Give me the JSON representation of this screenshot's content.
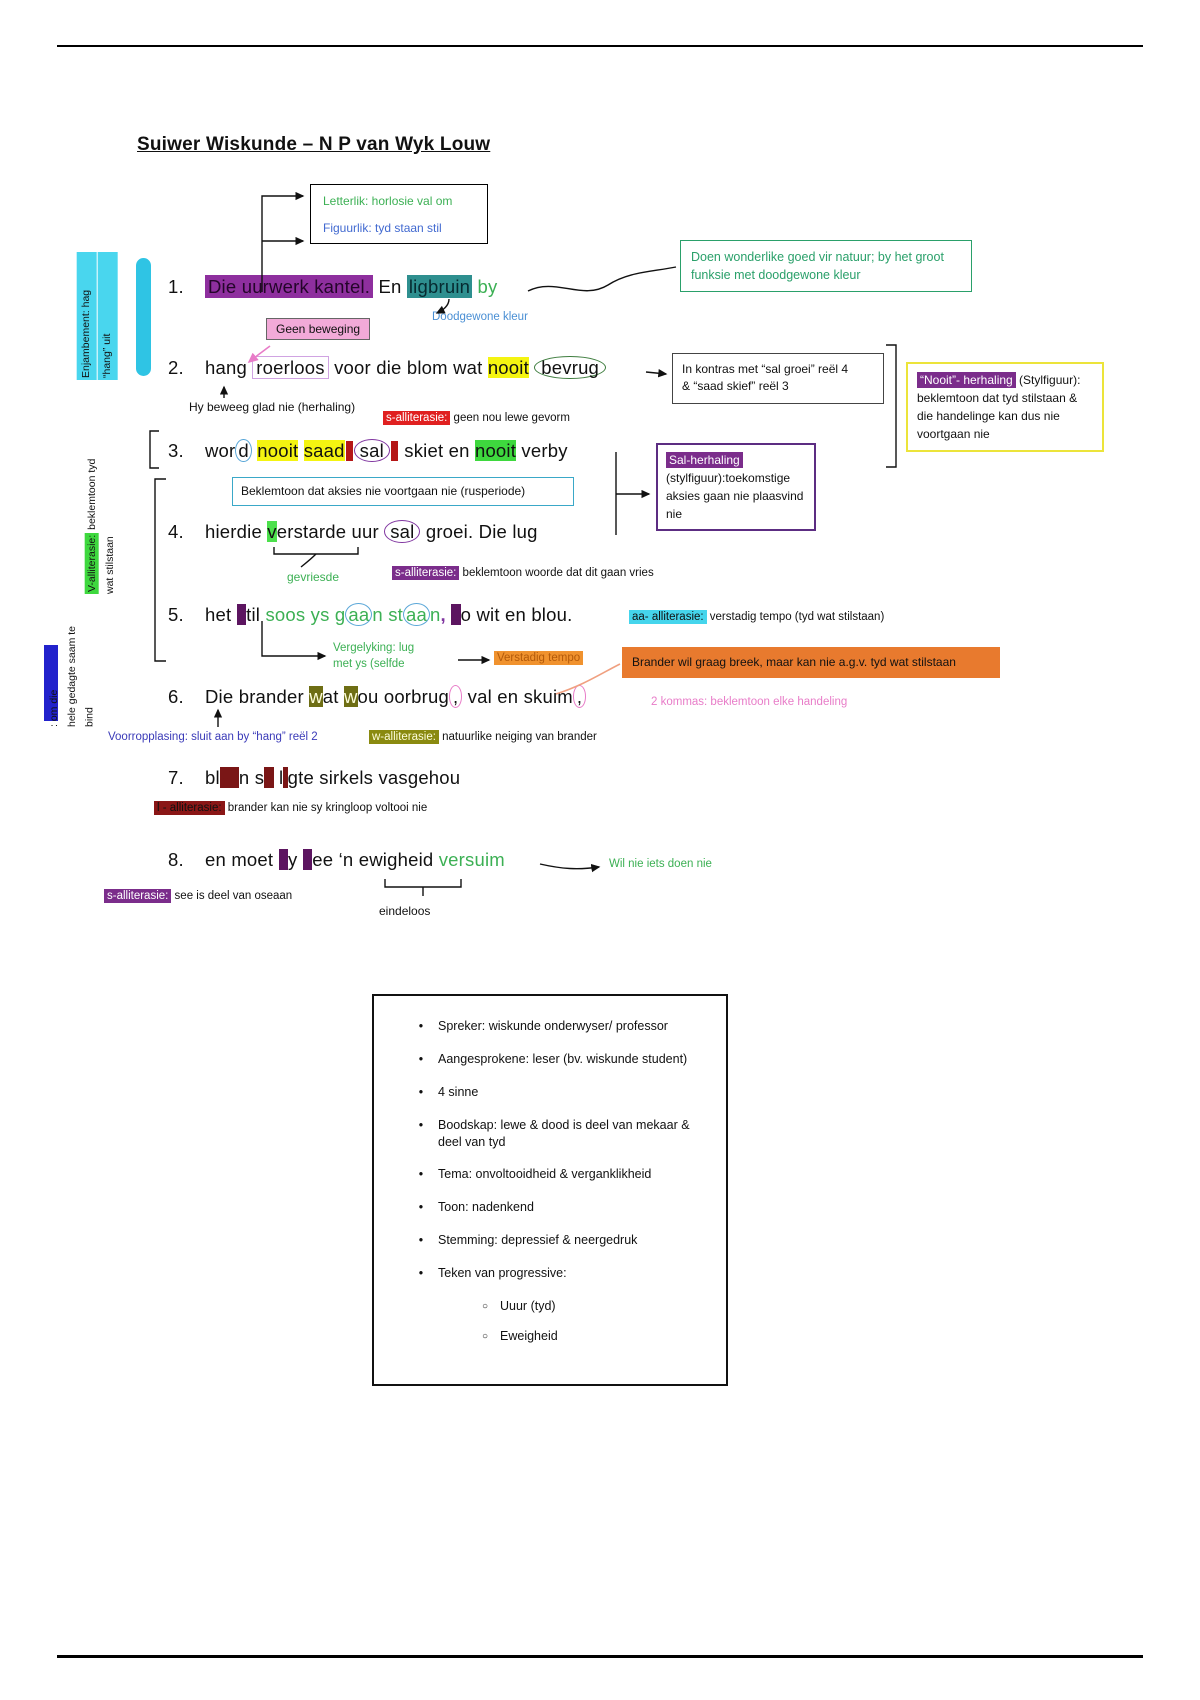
{
  "title": "Suiwer Wiskunde – N P van Wyk Louw",
  "colors": {
    "highlight_purple": "#8e2f9e",
    "highlight_teal": "#2e8f8f",
    "highlight_yellow": "#f4f411",
    "highlight_green": "#3ed83e",
    "highlight_cyan": "#45d5ec",
    "highlight_olive": "#6e6e14",
    "orange_box": "#e87a2e",
    "pink": "#e87cc8",
    "green_text": "#3cb054",
    "blue_text": "#4a8fd4"
  },
  "poem": {
    "l1": {
      "num": "1.",
      "a": "Die uurwerk kantel.",
      "b": " En ",
      "c": "ligbruin",
      "d": " by"
    },
    "l2": {
      "num": "2.",
      "a": "hang ",
      "b": "roerloos",
      "c": " voor die blom wat ",
      "d": "nooit",
      "e": " ",
      "f": "bevrug"
    },
    "l3": {
      "num": "3.",
      "a": "wor",
      "b": "d",
      "c": " ",
      "d": "nooit",
      "e": " ",
      "f": "saad",
      "g": "sal",
      "h": " skiet en ",
      "i": "nooit",
      "j": " verby"
    },
    "l4": {
      "num": "4.",
      "a": "hierdie ",
      "b": "v",
      "c": "erstarde uur ",
      "d": "sal",
      "e": " groei. Die lug"
    },
    "l5": {
      "num": "5.",
      "a": "het ",
      "b": "s",
      "c": "til ",
      "d": "soos ys g",
      "e": "aa",
      "f": "n st",
      "g": "aa",
      "h": "n",
      "i": ",",
      "j": " ",
      "k": "s",
      "l": "o wit en blou."
    },
    "l6": {
      "num": "6.",
      "a": "Die brander ",
      "b": "w",
      "c": "at ",
      "d": "w",
      "e": "ou oorbrug",
      "f": ",",
      "g": " val en skuim",
      "h": ","
    },
    "l7": {
      "num": "7.",
      "a": "bl",
      "b": "y i",
      "c": "n s",
      "d": "y",
      "e": " l",
      "f": "i",
      "g": "gte sirkels vasgehou"
    },
    "l8": {
      "num": "8.",
      "a": "en moet ",
      "b": "s",
      "c": "y ",
      "d": "s",
      "e": "ee ‘n ewigheid ",
      "f": "versuim"
    }
  },
  "notes": {
    "letterlik": "Letterlik: horlosie val om",
    "figuurlik": "Figuurlik: tyd staan stil",
    "enjamb_1": "Enjambement: hag",
    "enjamb_2": "“hang” uit",
    "doen": "Doen wonderlike goed vir natuur; by het groot funksie met doodgewone kleur",
    "doodgewone": "Doodgewone kleur",
    "geen_beweging": "Geen beweging",
    "kontras_1": "In kontras met “sal groei” reël 4",
    "kontras_2": "& “saad skief” reël 3",
    "nooit_label": "“Nooit”- herhaling",
    "nooit_rest": " (Stylfiguur): beklemtoon dat tyd stilstaan & die handelinge kan dus nie voortgaan nie",
    "hy_beweeg": "Hy beweeg glad nie (herhaling)",
    "s_allit_label": "s-alliterasie:",
    "s_allit_rest": " geen nou lewe gevorm",
    "beklemtoon": "Beklemtoon dat aksies nie voortgaan nie (rusperiode)",
    "sal_label": "Sal-herhaling",
    "sal_rest": " (stylfiguur):toekomstige aksies gaan nie plaasvind nie",
    "v_allit_label": "V-alliterasie:",
    "v_allit_rest": " beklemtoon tyd",
    "v_allit_l2": "wat stilstaan",
    "gevriesde": "gevriesde",
    "s_allit2_label": "s-alliterasie:",
    "s_allit2_rest": " beklemtoon woorde dat dit gaan vries",
    "aa_label": "aa- alliterasie:",
    "aa_rest": " verstadig tempo (tyd wat stilstaan)",
    "vergelyking_1": "Vergelyking: lug",
    "vergelyking_2": "met ys (selfde",
    "verstadig": "Verstadig tempo",
    "brander": "Brander wil graag breek, maar kan nie a.g.v. tyd wat stilstaan",
    "om_die_1": ": om die",
    "om_die_2": "hele gedagte saam te",
    "om_die_3": "bind",
    "kommas": "2 kommas: beklemtoon elke handeling",
    "voorrop": "Voorropplasing: sluit aan by “hang” reël 2",
    "w_label": "w-alliterasie:",
    "w_rest": " natuurlike neiging van brander",
    "l_label": "l - alliterasie:",
    "l_rest": " brander kan nie sy kringloop voltooi nie",
    "wil_nie": "Wil nie iets doen nie",
    "s_allit3_label": "s-alliterasie:",
    "s_allit3_rest": " see is deel van oseaan",
    "eindeloos": "eindeloos"
  },
  "summary": {
    "bullet": "•",
    "sub_bullet": "○",
    "items": [
      "Spreker: wiskunde onderwyser/ professor",
      "Aangesprokene: leser (bv. wiskunde student)",
      "4 sinne",
      "Boodskap: lewe & dood is deel van mekaar & deel van tyd",
      "Tema: onvoltooidheid & verganklikheid",
      "Toon: nadenkend",
      "Stemming: depressief & neergedruk",
      "Teken van progressive:"
    ],
    "subitems": [
      "Uuur (tyd)",
      "Eweigheid"
    ]
  }
}
